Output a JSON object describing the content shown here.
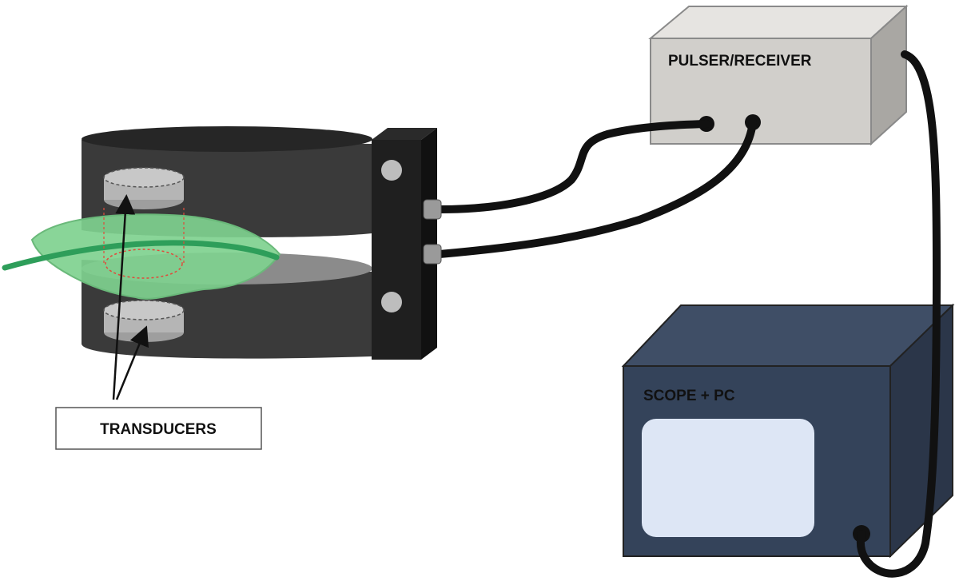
{
  "labels": {
    "pulser_receiver": "PULSER/RECEIVER",
    "scope_pc": "SCOPE + PC",
    "transducers": "TRANSDUCERS"
  },
  "colors": {
    "cable": "#111111",
    "clamp_body": "#3a3a3a",
    "clamp_top": "#262626",
    "leaf": "#7fd18f",
    "leaf_vein": "#2e9e5a",
    "transducer": "#b5b5b5",
    "pulser_front": "#d1cfcb",
    "scope_front": "#34435a",
    "scope_screen": "#dde6f5"
  },
  "icons": [
    "leaf-icon",
    "transducer-icon",
    "cable-icon",
    "arrow-icon"
  ]
}
